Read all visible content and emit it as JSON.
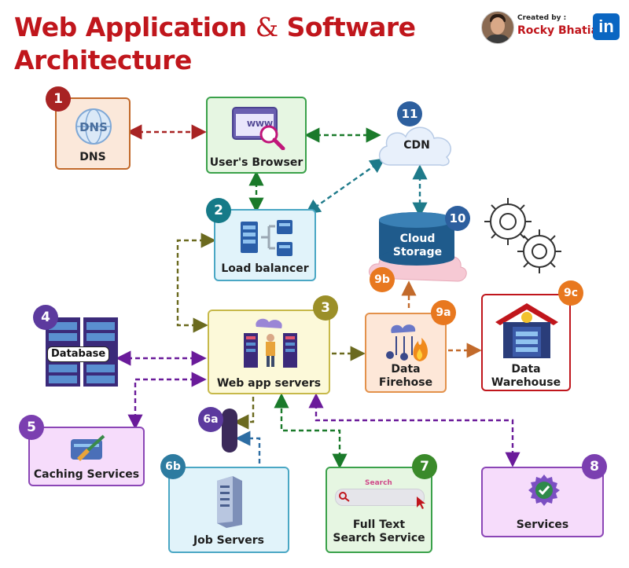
{
  "title": {
    "line1_a": "Web Application ",
    "amp": "&",
    "line1_b": " Software",
    "line2": "Architecture"
  },
  "credit": {
    "created_by": "Created by :",
    "author": "Rocky Bhatia",
    "logo": "in"
  },
  "nodes": {
    "dns": {
      "badge": "1",
      "label": "DNS",
      "icon_text": "DNS"
    },
    "browser": {
      "label": "User's Browser",
      "icon_text": "WWW"
    },
    "cdn": {
      "badge": "11",
      "label": "CDN"
    },
    "load_balancer": {
      "badge": "2",
      "label": "Load balancer"
    },
    "cloud_storage": {
      "badge": "10",
      "label_line1": "Cloud",
      "label_line2": "Storage"
    },
    "badge_9b": {
      "badge": "9b"
    },
    "database": {
      "badge": "4",
      "label": "Database"
    },
    "web_app_servers": {
      "badge": "3",
      "label": "Web app servers"
    },
    "data_firehose": {
      "badge": "9a",
      "label_line1": "Data",
      "label_line2": "Firehose"
    },
    "data_warehouse": {
      "badge": "9c",
      "label_line1": "Data",
      "label_line2": "Warehouse"
    },
    "caching_services": {
      "badge": "5",
      "label": "Caching Services"
    },
    "queue": {
      "badge": "6a"
    },
    "job_servers": {
      "badge": "6b",
      "label": "Job Servers"
    },
    "search": {
      "badge": "7",
      "label_line1": "Full Text",
      "label_line2": "Search Service",
      "search_text": "Search"
    },
    "services": {
      "badge": "8",
      "label": "Services"
    }
  },
  "colors": {
    "title": "#c0161c",
    "linkedin": "#0a66c2",
    "red": "#a82323",
    "green": "#1a7a2a",
    "teal": "#1e7a8a",
    "olive": "#6b6a1f",
    "purple": "#6a1b9a",
    "orange": "#c26a2b",
    "blue": "#2d6da3"
  }
}
